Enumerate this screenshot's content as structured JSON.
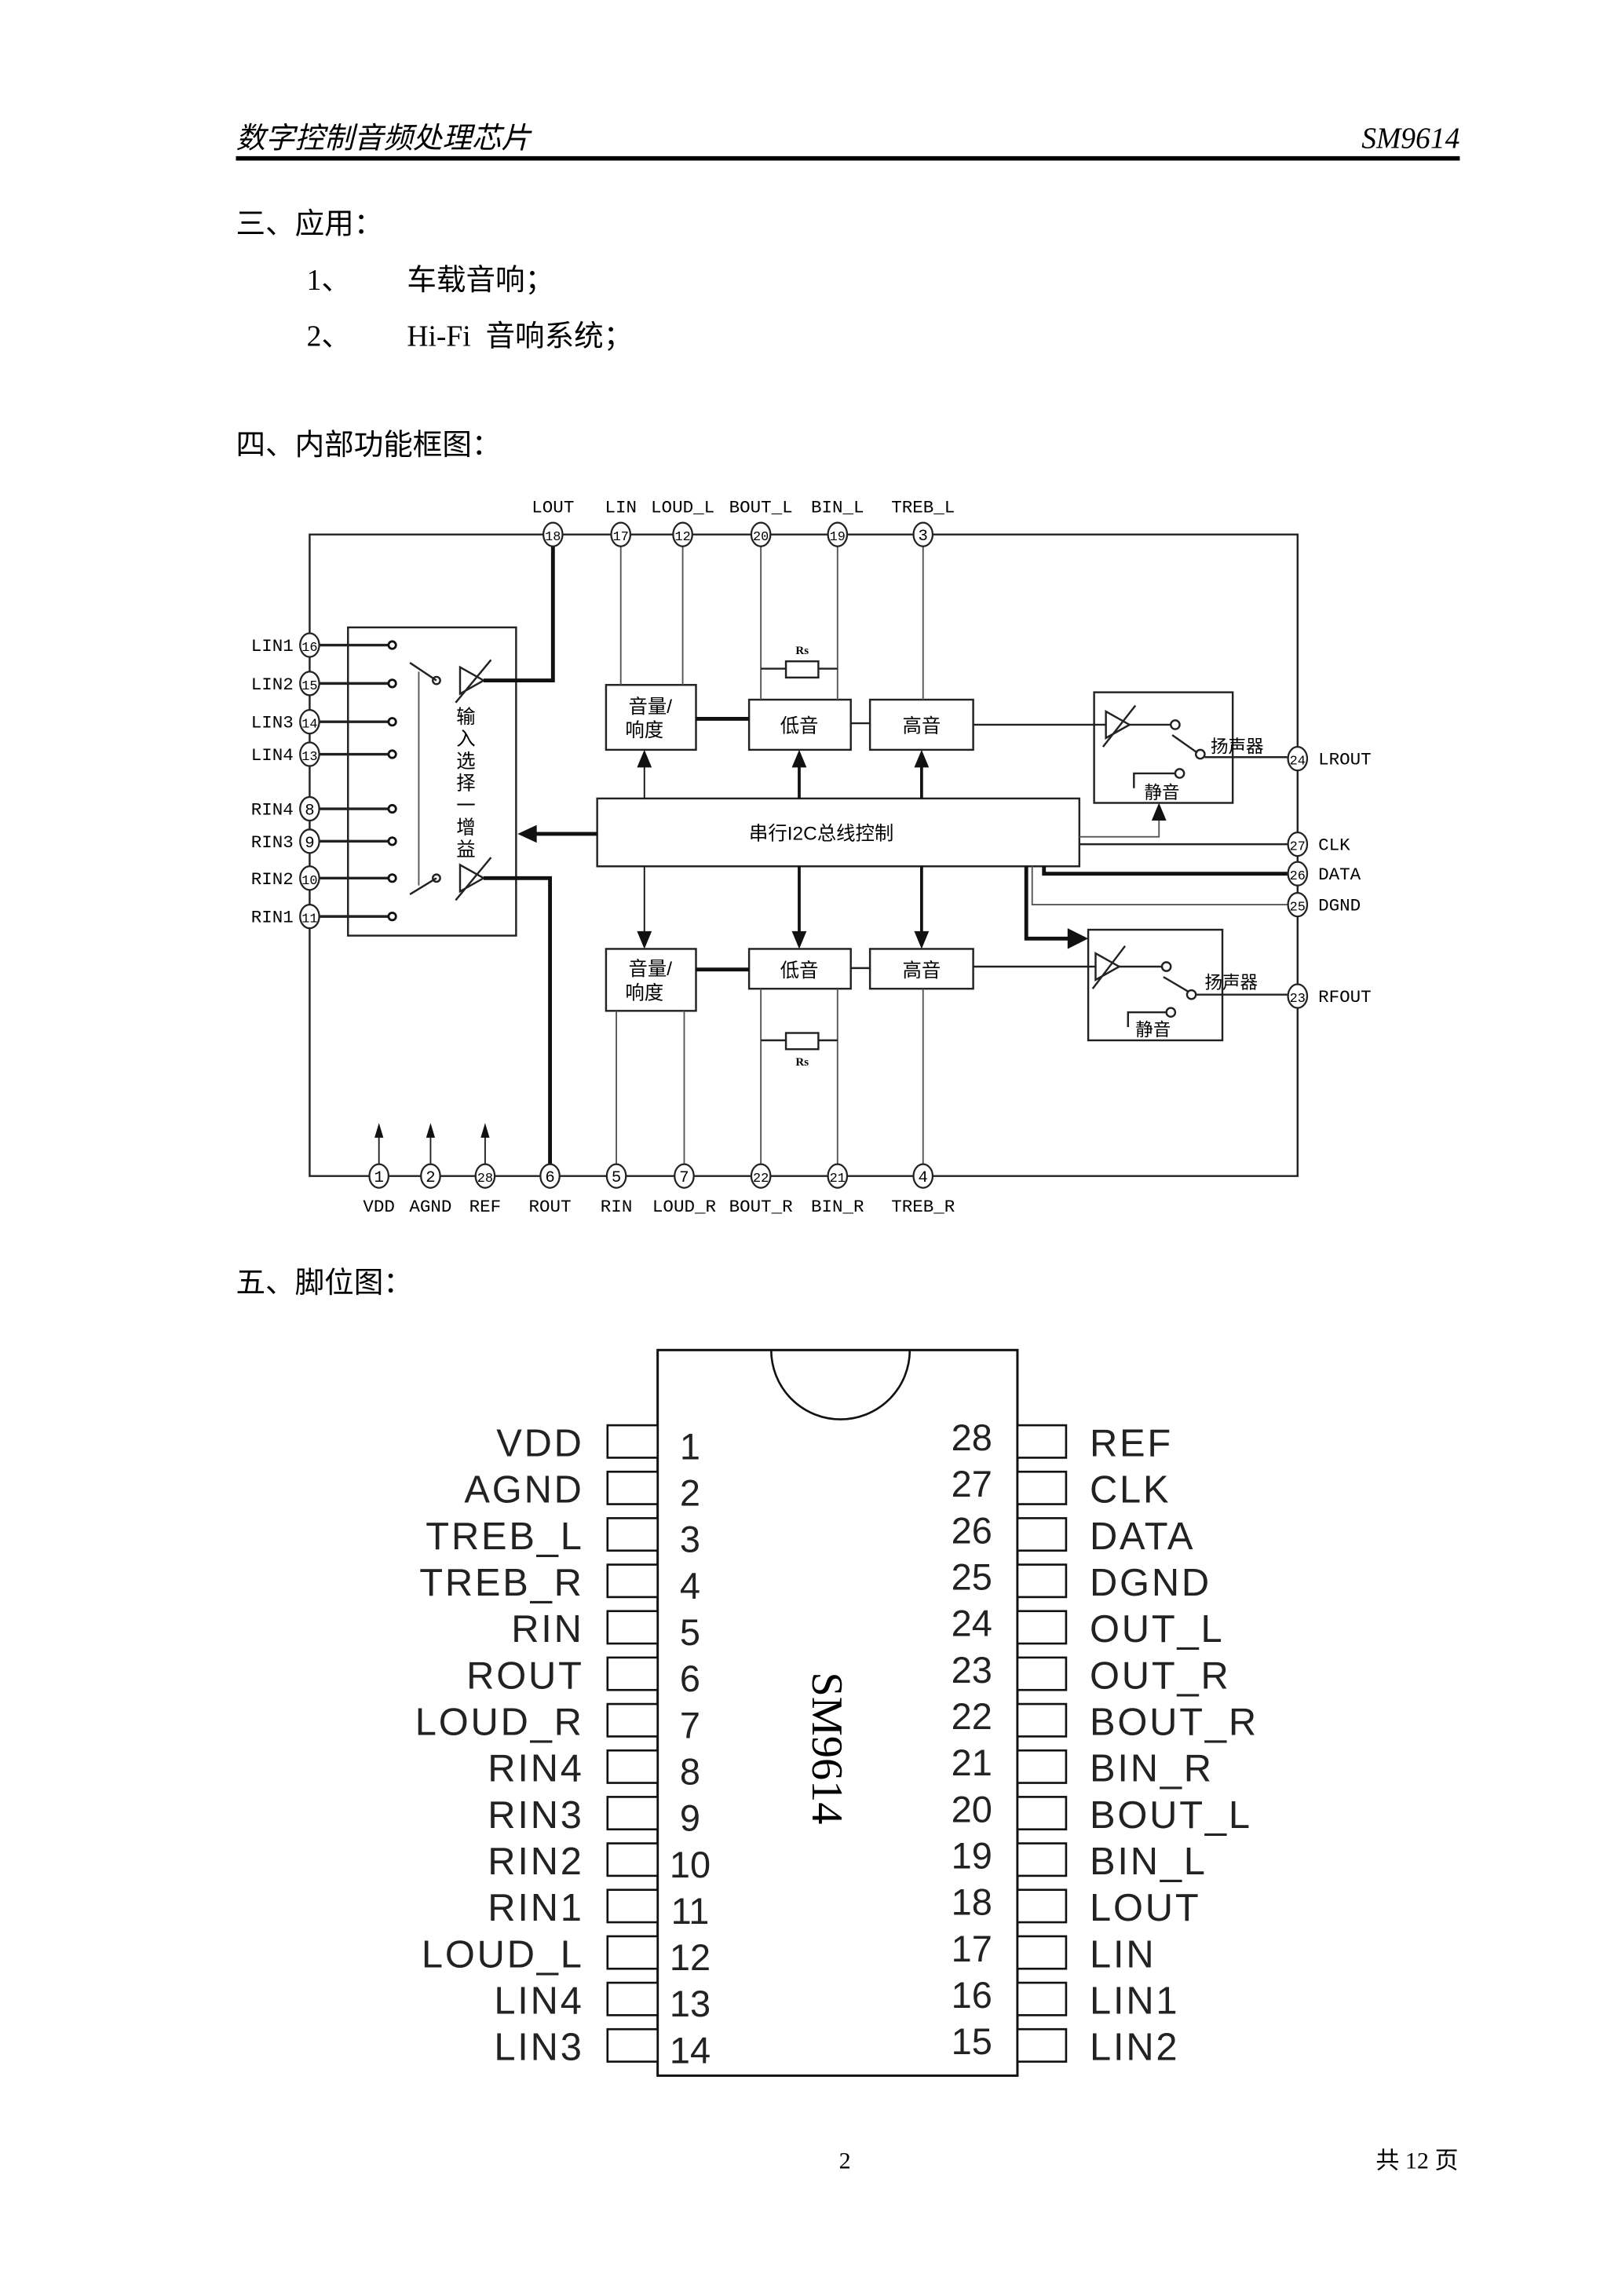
{
  "header": {
    "title": "数字控制音频处理芯片",
    "part_number": "SM9614"
  },
  "applications": {
    "heading": "三、应用：",
    "items": [
      {
        "num": "1、",
        "text": "车载音响；"
      },
      {
        "num": "2、",
        "text": "Hi-Fi  音响系统；"
      }
    ]
  },
  "block_diagram": {
    "heading": "四、内部功能框图：",
    "top_pins": [
      {
        "num": "18",
        "label": "LOUT"
      },
      {
        "num": "17",
        "label": "LIN"
      },
      {
        "num": "12",
        "label": "LOUD_L"
      },
      {
        "num": "20",
        "label": "BOUT_L"
      },
      {
        "num": "19",
        "label": "BIN_L"
      },
      {
        "num": "3",
        "label": "TREB_L"
      }
    ],
    "left_pins": [
      {
        "num": "16",
        "label": "LIN1"
      },
      {
        "num": "15",
        "label": "LIN2"
      },
      {
        "num": "14",
        "label": "LIN3"
      },
      {
        "num": "13",
        "label": "LIN4"
      },
      {
        "num": "8",
        "label": "RIN4"
      },
      {
        "num": "9",
        "label": "RIN3"
      },
      {
        "num": "10",
        "label": "RIN2"
      },
      {
        "num": "11",
        "label": "RIN1"
      }
    ],
    "right_pins": [
      {
        "num": "24",
        "label": "LROUT"
      },
      {
        "num": "27",
        "label": "CLK"
      },
      {
        "num": "26",
        "label": "DATA"
      },
      {
        "num": "25",
        "label": "DGND"
      },
      {
        "num": "23",
        "label": "RFOUT"
      }
    ],
    "bottom_pins": [
      {
        "num": "1",
        "label": "VDD"
      },
      {
        "num": "2",
        "label": "AGND"
      },
      {
        "num": "28",
        "label": "REF"
      },
      {
        "num": "6",
        "label": "ROUT"
      },
      {
        "num": "5",
        "label": "RIN"
      },
      {
        "num": "7",
        "label": "LOUD_R"
      },
      {
        "num": "22",
        "label": "BOUT_R"
      },
      {
        "num": "21",
        "label": "BIN_R"
      },
      {
        "num": "4",
        "label": "TREB_R"
      }
    ],
    "blocks": {
      "volume_line1": "音量/",
      "volume_line2": "响度",
      "bass": "低音",
      "treble": "高音",
      "i2c": "串行I2C总线控制",
      "input_select": [
        "输",
        "入",
        "选",
        "择",
        "一",
        "增",
        "益"
      ],
      "speaker": "扬声器",
      "mute": "静音",
      "resistor": "Rs"
    }
  },
  "pinout": {
    "heading": "五、脚位图：",
    "chip_label": "SM9614",
    "left_pins": [
      {
        "num": "1",
        "name": "VDD"
      },
      {
        "num": "2",
        "name": "AGND"
      },
      {
        "num": "3",
        "name": "TREB_L"
      },
      {
        "num": "4",
        "name": "TREB_R"
      },
      {
        "num": "5",
        "name": "RIN"
      },
      {
        "num": "6",
        "name": "ROUT"
      },
      {
        "num": "7",
        "name": "LOUD_R"
      },
      {
        "num": "8",
        "name": "RIN4"
      },
      {
        "num": "9",
        "name": "RIN3"
      },
      {
        "num": "10",
        "name": "RIN2"
      },
      {
        "num": "11",
        "name": "RIN1"
      },
      {
        "num": "12",
        "name": "LOUD_L"
      },
      {
        "num": "13",
        "name": "LIN4"
      },
      {
        "num": "14",
        "name": "LIN3"
      }
    ],
    "right_pins": [
      {
        "num": "28",
        "name": "REF"
      },
      {
        "num": "27",
        "name": "CLK"
      },
      {
        "num": "26",
        "name": "DATA"
      },
      {
        "num": "25",
        "name": "DGND"
      },
      {
        "num": "24",
        "name": "OUT_L"
      },
      {
        "num": "23",
        "name": "OUT_R"
      },
      {
        "num": "22",
        "name": "BOUT_R"
      },
      {
        "num": "21",
        "name": "BIN_R"
      },
      {
        "num": "20",
        "name": "BOUT_L"
      },
      {
        "num": "19",
        "name": "BIN_L"
      },
      {
        "num": "18",
        "name": "LOUT"
      },
      {
        "num": "17",
        "name": "LIN"
      },
      {
        "num": "16",
        "name": "LIN1"
      },
      {
        "num": "15",
        "name": "LIN2"
      }
    ]
  },
  "footer": {
    "page": "2",
    "total": "共 12 页"
  }
}
